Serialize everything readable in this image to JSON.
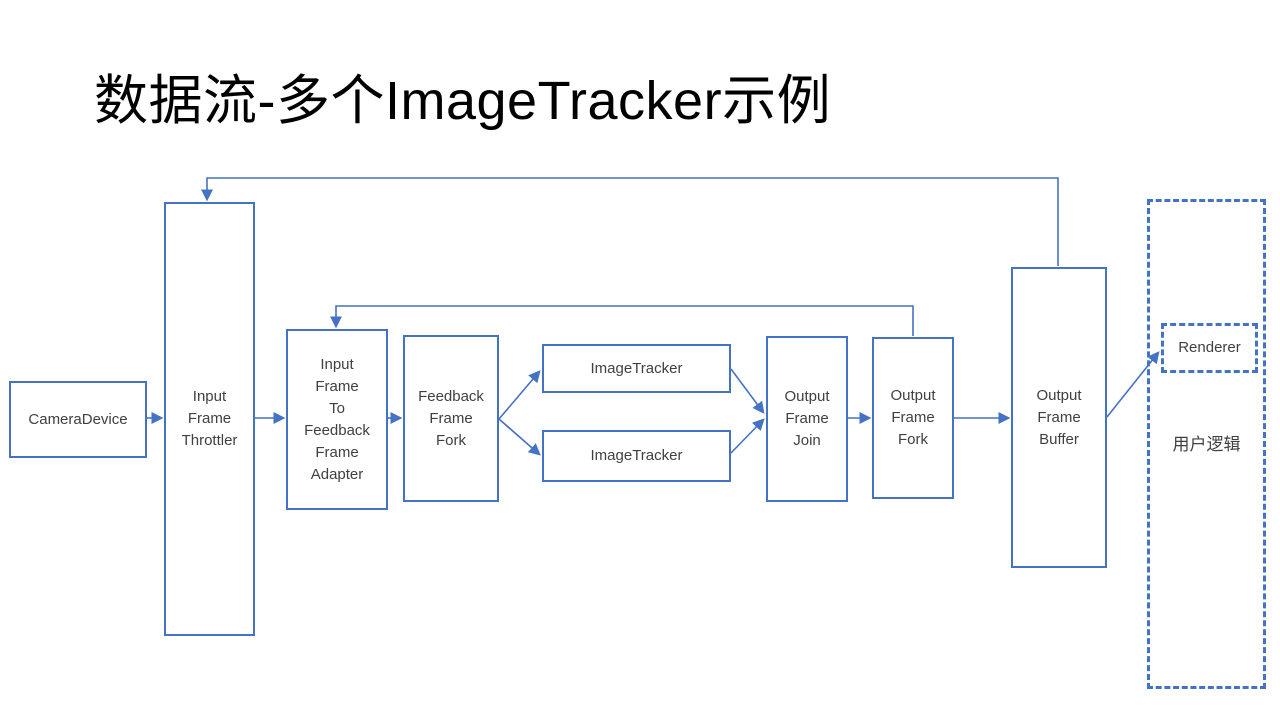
{
  "title": "数据流-多个ImageTracker示例",
  "colors": {
    "accent": "#4472C4",
    "node_text": "#404040",
    "title_text": "#000000",
    "background": "#FFFFFF"
  },
  "nodes": {
    "camera_device": {
      "label": "CameraDevice"
    },
    "input_frame_throttler": {
      "label": "Input\nFrame\nThrottler"
    },
    "input_frame_to_feedback_frame_adapter": {
      "label": "Input\nFrame\nTo\nFeedback\nFrame\nAdapter"
    },
    "feedback_frame_fork": {
      "label": "Feedback\nFrame\nFork"
    },
    "image_tracker_1": {
      "label": "ImageTracker"
    },
    "image_tracker_2": {
      "label": "ImageTracker"
    },
    "output_frame_join": {
      "label": "Output\nFrame\nJoin"
    },
    "output_frame_fork": {
      "label": "Output\nFrame\nFork"
    },
    "output_frame_buffer": {
      "label": "Output\nFrame\nBuffer"
    },
    "renderer": {
      "label": "Renderer"
    },
    "user_logic": {
      "label": "用户逻辑"
    }
  }
}
